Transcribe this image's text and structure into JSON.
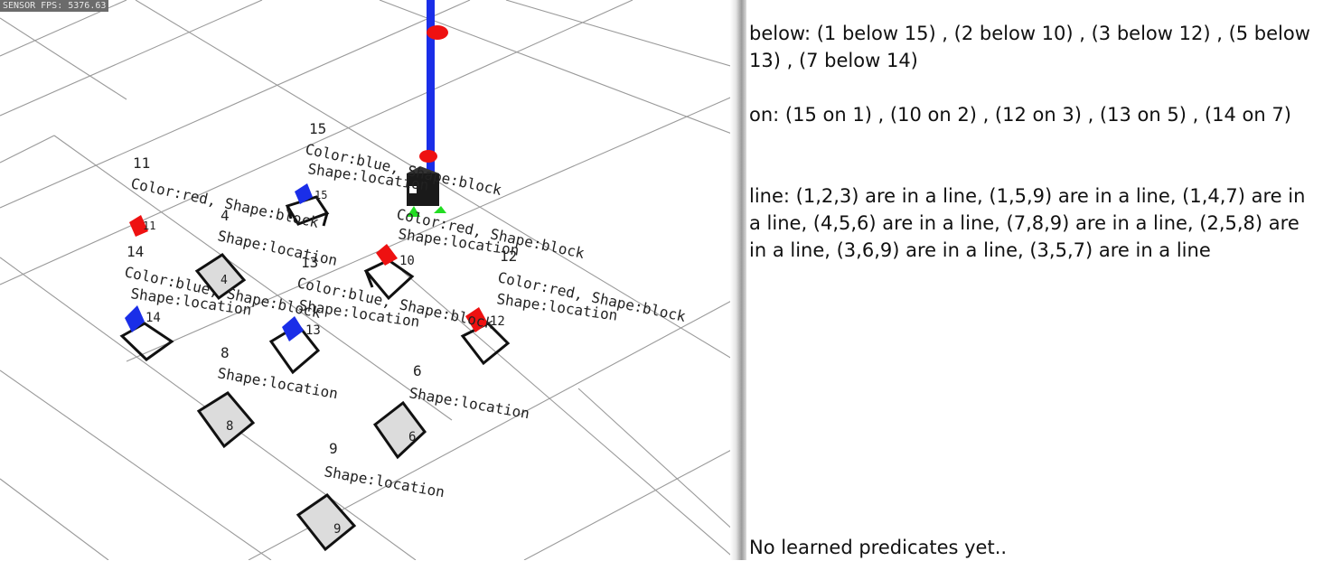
{
  "sensor_fps": "SENSOR FPS: 5376.63",
  "scene": {
    "objects": [
      {
        "id": "15",
        "title": "15",
        "color_line": "Color:blue, Shape:block",
        "shape_line": "Shape:location",
        "tag": "15"
      },
      {
        "id": "11",
        "title": "11",
        "color_line": "Color:red, Shape:block",
        "tag": "11"
      },
      {
        "id": "4",
        "title": "4",
        "shape_line": "Shape:location",
        "tag": "4"
      },
      {
        "id": "10",
        "color_line": "Color:red, Shape:block",
        "shape_line": "Shape:location",
        "tag": "10"
      },
      {
        "id": "13",
        "title": "13",
        "color_line": "Color:blue, Shape:block",
        "shape_line": "Shape:location",
        "tag": "13"
      },
      {
        "id": "14",
        "title": "14",
        "color_line": "Color:blue, Shape:block",
        "shape_line": "Shape:location",
        "tag": "14"
      },
      {
        "id": "12",
        "title": "12",
        "color_line": "Color:red, Shape:block",
        "shape_line": "Shape:location",
        "tag": "12"
      },
      {
        "id": "8",
        "title": "8",
        "shape_line": "Shape:location",
        "tag": "8"
      },
      {
        "id": "6",
        "title": "6",
        "shape_line": "Shape:location",
        "tag": "6"
      },
      {
        "id": "9",
        "title": "9",
        "shape_line": "Shape:location",
        "tag": "9"
      }
    ],
    "colors": {
      "red": "#ee1111",
      "blue": "#1a2ee8",
      "green": "#22dd22",
      "grid": "#9a9a9a",
      "frame": "#111111"
    }
  },
  "predicates": {
    "below": "below: (1 below 15) , (2 below 10) , (3 below 12) , (5 below 13) , (7 below 14)",
    "on": "on: (15 on 1) , (10 on 2) , (12 on 3) , (13 on 5) , (14 on 7)",
    "line": "line: (1,2,3) are in a line, (1,5,9) are in a line, (1,4,7) are in a line, (4,5,6) are in a line, (7,8,9) are in a line, (2,5,8) are in a line, (3,6,9) are in a line, (3,5,7) are in a line",
    "learned": "No learned predicates yet.."
  }
}
